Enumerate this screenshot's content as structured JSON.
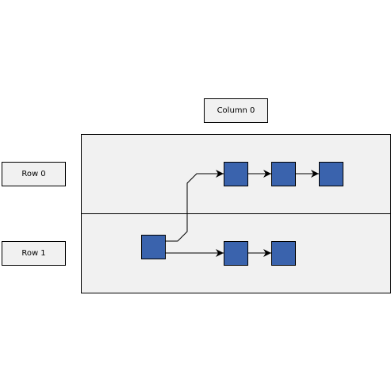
{
  "column_headers": [
    {
      "label": "Column 0"
    }
  ],
  "row_headers": [
    {
      "label": "Row 0"
    },
    {
      "label": "Row 1"
    }
  ],
  "colors": {
    "node_fill": "#3a63ad",
    "lane_fill": "#f1f1f1",
    "stroke": "#000000",
    "background": "#ffffff"
  },
  "nodes": [
    {
      "id": "r1-start",
      "row": 1
    },
    {
      "id": "r0-a",
      "row": 0
    },
    {
      "id": "r0-b",
      "row": 0
    },
    {
      "id": "r0-c",
      "row": 0
    },
    {
      "id": "r1-a",
      "row": 1
    },
    {
      "id": "r1-b",
      "row": 1
    }
  ],
  "edges": [
    {
      "from": "r1-start",
      "to": "r0-a"
    },
    {
      "from": "r0-a",
      "to": "r0-b"
    },
    {
      "from": "r0-b",
      "to": "r0-c"
    },
    {
      "from": "r1-start",
      "to": "r1-a"
    },
    {
      "from": "r1-a",
      "to": "r1-b"
    }
  ]
}
